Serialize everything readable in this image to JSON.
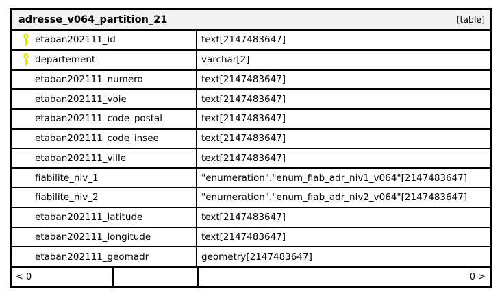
{
  "entity": {
    "title": "adresse_v064_partition_21",
    "kind_label": "[table]",
    "key_icon_color": "#e3e312",
    "border_color": "#000000",
    "title_bar_background": "#f2f2f2",
    "background": "#ffffff",
    "columns": [
      {
        "name": "etaban202111_id",
        "type": "text[2147483647]",
        "key": true,
        "key_icon": "key-icon"
      },
      {
        "name": "departement",
        "type": "varchar[2]",
        "key": true,
        "key_icon": "key-icon"
      },
      {
        "name": "etaban202111_numero",
        "type": "text[2147483647]",
        "key": false,
        "key_icon": ""
      },
      {
        "name": "etaban202111_voie",
        "type": "text[2147483647]",
        "key": false,
        "key_icon": ""
      },
      {
        "name": "etaban202111_code_postal",
        "type": "text[2147483647]",
        "key": false,
        "key_icon": ""
      },
      {
        "name": "etaban202111_code_insee",
        "type": "text[2147483647]",
        "key": false,
        "key_icon": ""
      },
      {
        "name": "etaban202111_ville",
        "type": "text[2147483647]",
        "key": false,
        "key_icon": ""
      },
      {
        "name": "fiabilite_niv_1",
        "type": "\"enumeration\".\"enum_fiab_adr_niv1_v064\"[2147483647]",
        "key": false,
        "key_icon": ""
      },
      {
        "name": "fiabilite_niv_2",
        "type": "\"enumeration\".\"enum_fiab_adr_niv2_v064\"[2147483647]",
        "key": false,
        "key_icon": ""
      },
      {
        "name": "etaban202111_latitude",
        "type": "text[2147483647]",
        "key": false,
        "key_icon": ""
      },
      {
        "name": "etaban202111_longitude",
        "type": "text[2147483647]",
        "key": false,
        "key_icon": ""
      },
      {
        "name": "etaban202111_geomadr",
        "type": "geometry[2147483647]",
        "key": false,
        "key_icon": ""
      }
    ],
    "footer": {
      "prev_label": "< 0",
      "middle_label": "",
      "next_label": "0 >"
    }
  }
}
